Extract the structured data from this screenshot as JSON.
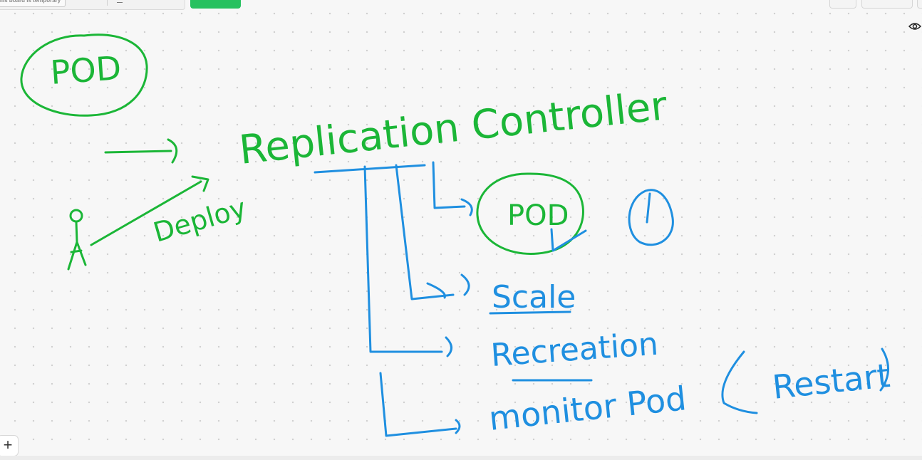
{
  "toolbar": {
    "temporary_notice": "his board is temporary"
  },
  "colors": {
    "green_ink": "#1bb637",
    "blue_ink": "#1f8fe0",
    "green_button": "#27c15f",
    "dot_grid": "#cfcfcf"
  },
  "icons": {
    "view": "eye-icon",
    "zoom": "plus-icon"
  },
  "controls": {
    "zoom_in_label": "+"
  },
  "drawing": {
    "pod_top_left": "POD",
    "replication_controller": "Replication Controller",
    "deploy": "Deploy",
    "pod_managed": "POD",
    "scale": "Scale",
    "recreation": "Recreation",
    "monitor_pod": "monitor Pod",
    "restart": "Restart"
  }
}
